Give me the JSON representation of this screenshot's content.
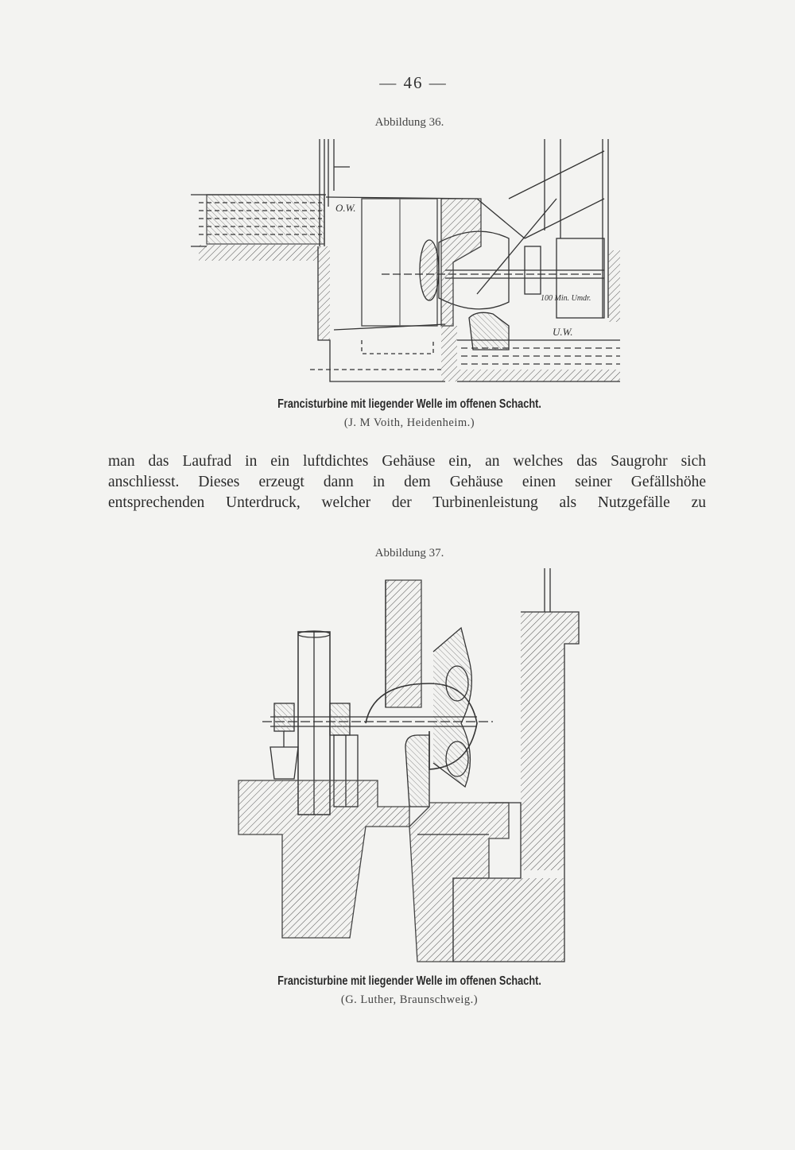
{
  "page": {
    "number": "— 46 —"
  },
  "figure36": {
    "label": "Abbildung 36.",
    "caption": "Francisturbine mit liegender Welle im offenen Schacht.",
    "credit": "(J. M Voith, Heidenheim.)",
    "annotations": {
      "upper_water": "O.W.",
      "lower_water": "U.W.",
      "speed": "100 Min. Umdr."
    }
  },
  "body": {
    "lines": [
      "man das Laufrad in ein luftdichtes Gehäuse ein, an welches das Saugrohr sich",
      "anschliesst. Dieses erzeugt dann in dem Gehäuse einen seiner Gefällshöhe",
      "entsprechenden Unterdruck, welcher der Turbinenleistung als Nutzgefälle zu"
    ]
  },
  "figure37": {
    "label": "Abbildung 37.",
    "caption": "Francisturbine mit liegender Welle im offenen Schacht.",
    "credit": "(G. Luther, Braunschweig.)"
  }
}
